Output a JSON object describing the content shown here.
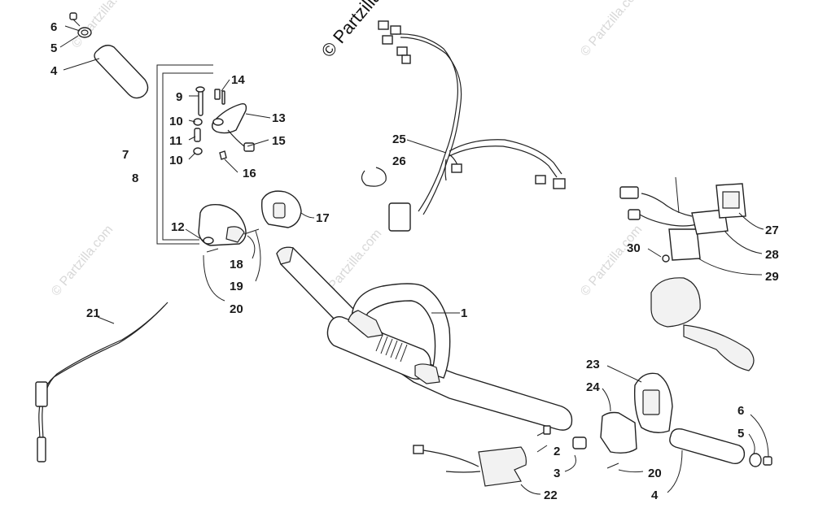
{
  "watermark": {
    "main": "© Partzilla",
    "repeat": "© Partzilla.com"
  },
  "callouts": {
    "c1": "1",
    "c2": "2",
    "c3": "3",
    "c4a": "4",
    "c4b": "4",
    "c5a": "5",
    "c5b": "5",
    "c6a": "6",
    "c6b": "6",
    "c7": "7",
    "c8": "8",
    "c9": "9",
    "c10a": "10",
    "c10b": "10",
    "c11": "11",
    "c12": "12",
    "c13": "13",
    "c14": "14",
    "c15": "15",
    "c16": "16",
    "c17": "17",
    "c18": "18",
    "c19": "19",
    "c20a": "20",
    "c20b": "20",
    "c21": "21",
    "c22": "22",
    "c23": "23",
    "c24": "24",
    "c25": "25",
    "c26": "26",
    "c27": "27",
    "c28": "28",
    "c29": "29",
    "c30": "30"
  }
}
